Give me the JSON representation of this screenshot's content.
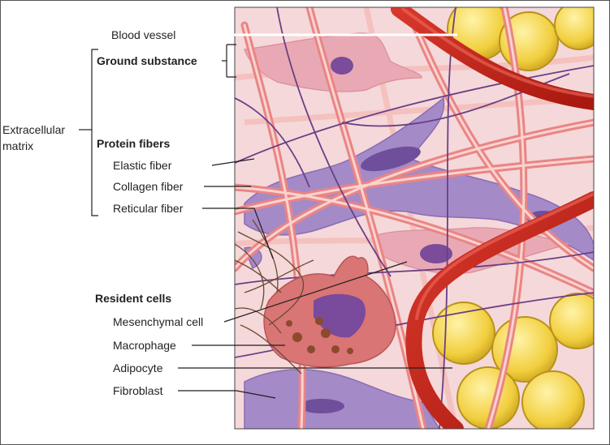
{
  "labels": {
    "blood_vessel": "Blood vessel",
    "ground_substance": "Ground substance",
    "extracellular_matrix": [
      "Extracellular",
      "matrix"
    ],
    "protein_fibers": "Protein fibers",
    "elastic_fiber": "Elastic fiber",
    "collagen_fiber": "Collagen fiber",
    "reticular_fiber": "Reticular fiber",
    "resident_cells": "Resident cells",
    "mesenchymal_cell": "Mesenchymal cell",
    "macrophage": "Macrophage",
    "adipocyte": "Adipocyte",
    "fibroblast": "Fibroblast"
  },
  "colors": {
    "ground": "#f6dcdc",
    "collagen": "#f08a8a",
    "collagen_light": "#fbd0cc",
    "elastic": "#6a3f86",
    "fibroblast": "#a58ac8",
    "fibroblast_nucleus": "#6f4f9c",
    "vessel": "#c4261b",
    "adipocyte": "#f5d246",
    "macrophage": "#d96f6f",
    "reticular": "#6b4a32",
    "leader": "#231f20"
  }
}
